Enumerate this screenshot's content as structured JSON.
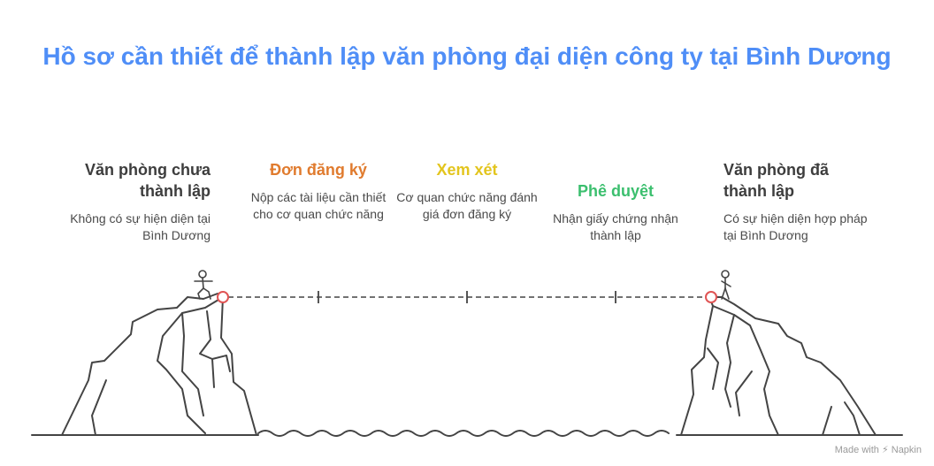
{
  "title": "Hồ sơ cần thiết để thành lập văn phòng đại diện công ty tại Bình Dương",
  "stages": [
    {
      "title": "Văn phòng chưa thành lập",
      "desc": "Không có sự hiện diện tại Bình Dương",
      "color": "#3d3d3d"
    },
    {
      "title": "Đơn đăng ký",
      "desc": "Nộp các tài liệu cần thiết cho cơ quan chức năng",
      "color": "#e07b2e"
    },
    {
      "title": "Xem xét",
      "desc": "Cơ quan chức năng đánh giá đơn đăng ký",
      "color": "#e3c51e"
    },
    {
      "title": "Phê duyệt",
      "desc": "Nhận giấy chứng nhận thành lập",
      "color": "#3bbf6e"
    },
    {
      "title": "Văn phòng đã thành lập",
      "desc": "Có sự hiện diện hợp pháp tại Bình Dương",
      "color": "#3d3d3d"
    }
  ],
  "credit": {
    "prefix": "Made with",
    "brand": "Napkin"
  },
  "colors": {
    "title": "#4f8ef7",
    "marker": "#e05454",
    "line": "#444444"
  },
  "icons": [
    "person-icon",
    "napkin-logo-icon"
  ]
}
